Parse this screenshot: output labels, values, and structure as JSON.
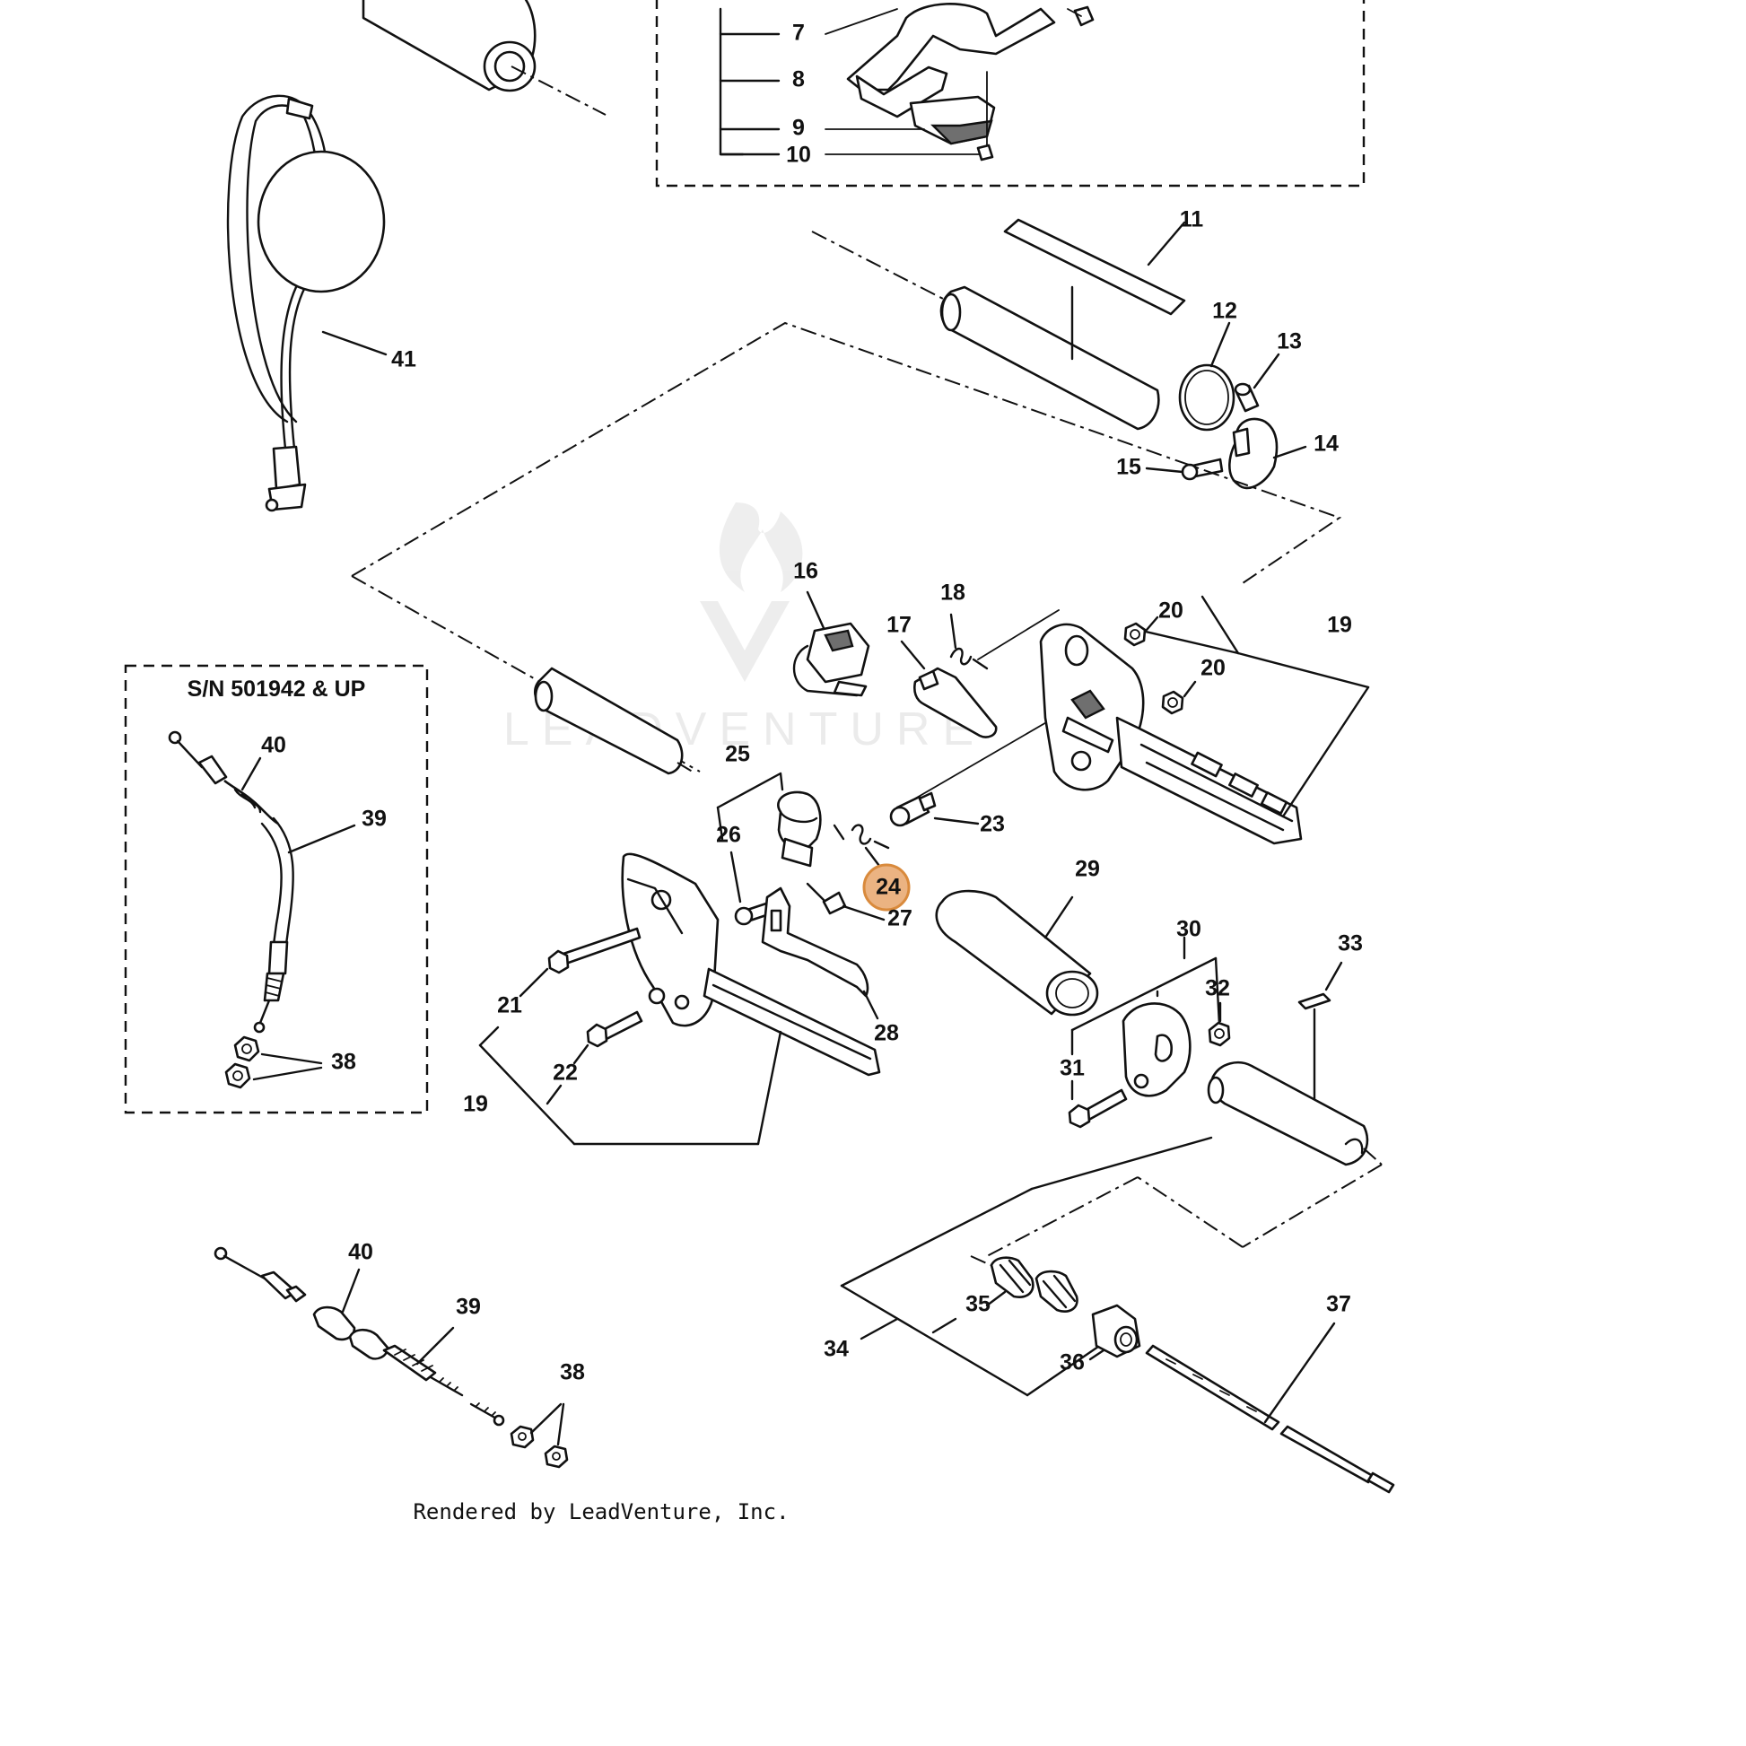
{
  "highlight": {
    "callout": "24",
    "color": "#e8a66c"
  },
  "callouts": [
    {
      "id": "c7",
      "label": "7"
    },
    {
      "id": "c8",
      "label": "8"
    },
    {
      "id": "c9",
      "label": "9"
    },
    {
      "id": "c10",
      "label": "10"
    },
    {
      "id": "c11",
      "label": "11"
    },
    {
      "id": "c12",
      "label": "12"
    },
    {
      "id": "c13",
      "label": "13"
    },
    {
      "id": "c14",
      "label": "14"
    },
    {
      "id": "c15",
      "label": "15"
    },
    {
      "id": "c16",
      "label": "16"
    },
    {
      "id": "c17",
      "label": "17"
    },
    {
      "id": "c18",
      "label": "18"
    },
    {
      "id": "c19a",
      "label": "19"
    },
    {
      "id": "c19b",
      "label": "19"
    },
    {
      "id": "c20a",
      "label": "20"
    },
    {
      "id": "c20b",
      "label": "20"
    },
    {
      "id": "c21",
      "label": "21"
    },
    {
      "id": "c22",
      "label": "22"
    },
    {
      "id": "c23",
      "label": "23"
    },
    {
      "id": "c24",
      "label": "24"
    },
    {
      "id": "c25",
      "label": "25"
    },
    {
      "id": "c26",
      "label": "26"
    },
    {
      "id": "c27",
      "label": "27"
    },
    {
      "id": "c28",
      "label": "28"
    },
    {
      "id": "c29",
      "label": "29"
    },
    {
      "id": "c30",
      "label": "30"
    },
    {
      "id": "c31",
      "label": "31"
    },
    {
      "id": "c32",
      "label": "32"
    },
    {
      "id": "c33",
      "label": "33"
    },
    {
      "id": "c34",
      "label": "34"
    },
    {
      "id": "c35",
      "label": "35"
    },
    {
      "id": "c36",
      "label": "36"
    },
    {
      "id": "c37",
      "label": "37"
    },
    {
      "id": "c38a",
      "label": "38"
    },
    {
      "id": "c38b",
      "label": "38"
    },
    {
      "id": "c39a",
      "label": "39"
    },
    {
      "id": "c39b",
      "label": "39"
    },
    {
      "id": "c40a",
      "label": "40"
    },
    {
      "id": "c40b",
      "label": "40"
    },
    {
      "id": "c41",
      "label": "41"
    }
  ],
  "serial_box": {
    "title": "S/N 501942 & UP"
  },
  "watermark": {
    "brand": "LEADVENTURE"
  },
  "footer": {
    "text": "Rendered by LeadVenture, Inc."
  }
}
